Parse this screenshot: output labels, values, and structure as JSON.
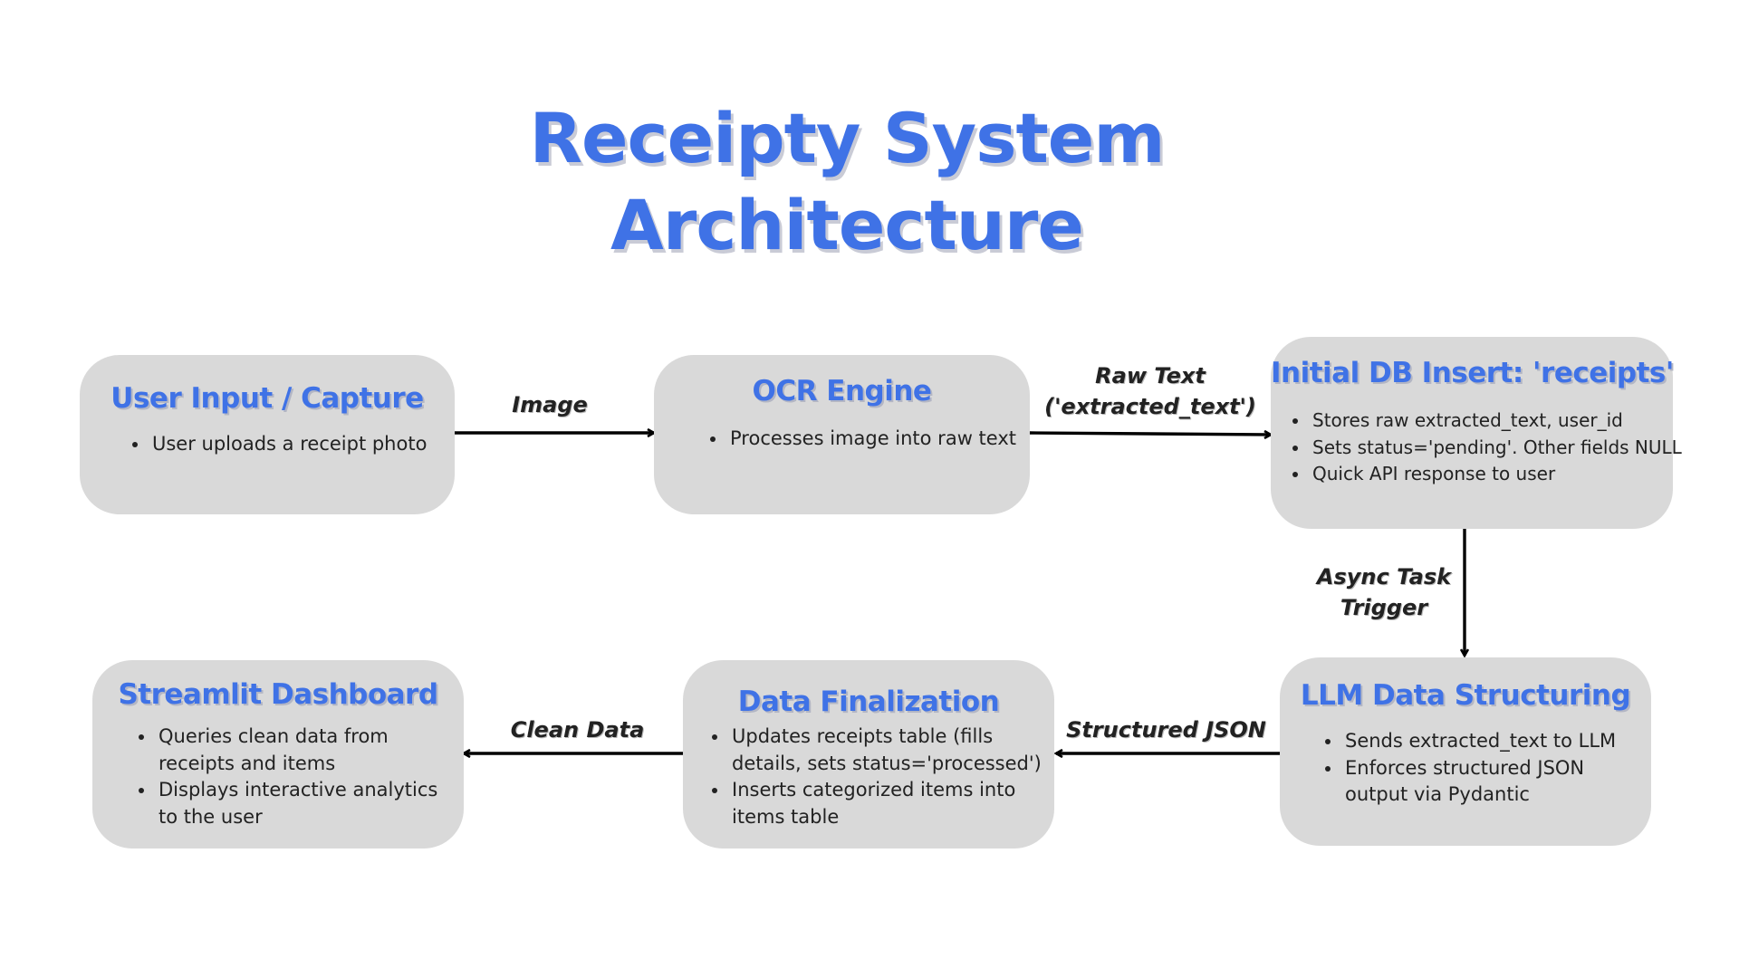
{
  "title": {
    "line1": "Receipty System",
    "line2": "Architecture"
  },
  "nodes": {
    "user_input": {
      "title": "User Input / Capture",
      "bullets": [
        "User uploads a receipt photo"
      ]
    },
    "ocr": {
      "title": "OCR Engine",
      "bullets": [
        "Processes image into raw text"
      ]
    },
    "db_insert": {
      "title": "Initial DB Insert: 'receipts'",
      "bullets": [
        "Stores raw extracted_text, user_id",
        "Sets status='pending'. Other fields NULL",
        "Quick API response to user"
      ]
    },
    "llm": {
      "title": "LLM Data Structuring",
      "bullets": [
        "Sends extracted_text to LLM",
        "Enforces structured JSON output via Pydantic"
      ]
    },
    "finalization": {
      "title": "Data Finalization",
      "bullets": [
        "Updates receipts table (fills details, sets status='processed')",
        "Inserts categorized items into items table"
      ]
    },
    "dashboard": {
      "title": "Streamlit Dashboard",
      "bullets": [
        "Queries clean data from receipts and items",
        "Displays interactive analytics to the user"
      ]
    }
  },
  "edges": {
    "image": "Image",
    "raw_text_line1": "Raw Text",
    "raw_text_line2": "('extracted_text')",
    "async_line1": "Async Task",
    "async_line2": "Trigger",
    "structured_json": "Structured JSON",
    "clean_data": "Clean Data"
  },
  "colors": {
    "accent": "#3f72e6",
    "node_fill": "#d9d9d9",
    "text": "#222222",
    "arrow": "#000000"
  }
}
